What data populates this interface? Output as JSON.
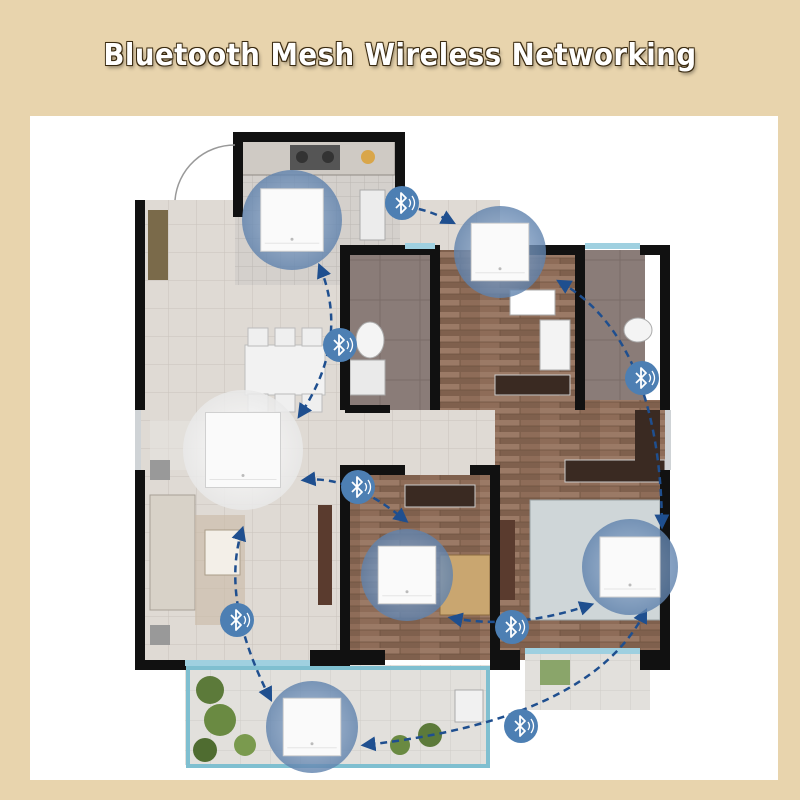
{
  "title": "Bluetooth Mesh Wireless Networking",
  "icons": {
    "switch": "wall-switch-icon",
    "bluetooth": "bluetooth-signal-icon"
  },
  "colors": {
    "background": "#e8d4ad",
    "panel": "#ffffff",
    "wall": "#111111",
    "floor_tile": "#ddd8d2",
    "wood_floor": "#8a6a55",
    "bluetooth_badge": "#4d7fb3",
    "arrow": "#1f4f8f",
    "switch_halo": "#6f8fb8"
  },
  "nodes": [
    {
      "name": "switch-kitchen"
    },
    {
      "name": "switch-hallway"
    },
    {
      "name": "switch-living-room"
    },
    {
      "name": "switch-bedroom-small"
    },
    {
      "name": "switch-bedroom-master"
    },
    {
      "name": "switch-balcony"
    }
  ],
  "links": [
    {
      "from": "switch-kitchen",
      "to": "switch-hallway"
    },
    {
      "from": "switch-kitchen",
      "to": "switch-living-room"
    },
    {
      "from": "switch-hallway",
      "to": "switch-bedroom-master"
    },
    {
      "from": "switch-living-room",
      "to": "switch-bedroom-small"
    },
    {
      "from": "switch-living-room",
      "to": "switch-balcony"
    },
    {
      "from": "switch-bedroom-small",
      "to": "switch-bedroom-master"
    },
    {
      "from": "switch-bedroom-master",
      "to": "switch-balcony"
    }
  ]
}
